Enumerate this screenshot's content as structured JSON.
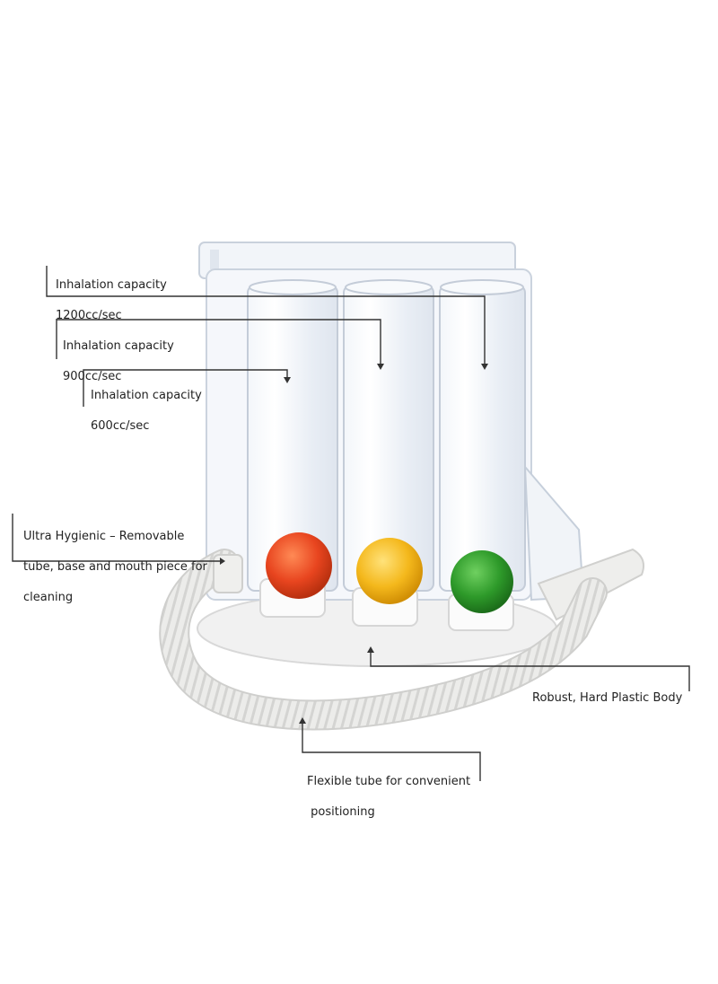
{
  "callouts": {
    "inhalation_1200": {
      "line1": "Inhalation capacity",
      "line2": "1200cc/sec"
    },
    "inhalation_900": {
      "line1": "Inhalation capacity",
      "line2": "900cc/sec"
    },
    "inhalation_600": {
      "line1": "Inhalation capacity",
      "line2": "600cc/sec"
    },
    "hygienic": {
      "line1": "Ultra Hygienic – Removable",
      "line2": "tube, base and mouth piece for",
      "line3": "cleaning"
    },
    "body": {
      "line1": "Robust, Hard Plastic Body"
    },
    "tube": {
      "line1": "Flexible tube for convenient",
      "line2": " positioning"
    }
  },
  "colors": {
    "ball_left": "#e8451f",
    "ball_middle": "#f4b81c",
    "ball_right": "#2e9a2a",
    "leader_line": "#333333",
    "tube": "#e6e6e4",
    "chamber": "#eef1f6"
  }
}
